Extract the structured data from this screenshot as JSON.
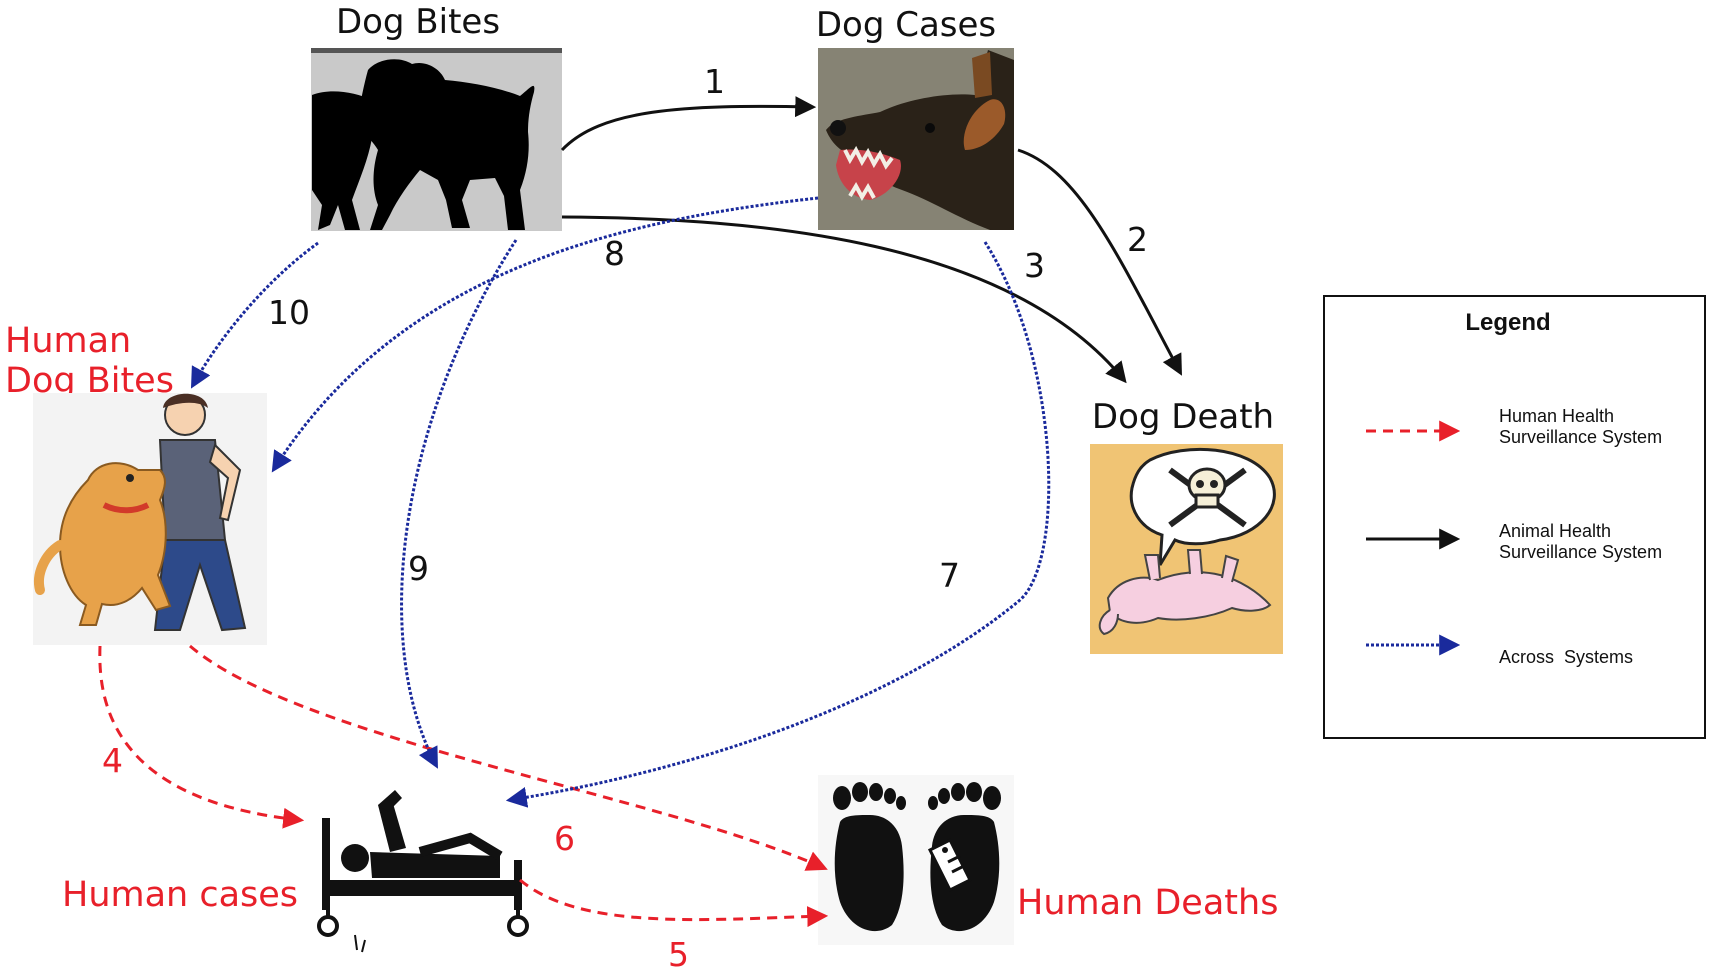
{
  "nodes": {
    "dog_bites": "Dog Bites",
    "dog_cases": "Dog Cases",
    "dog_death": "Dog Death",
    "human_dog_bites_line1": "Human",
    "human_dog_bites_line2": "Dog Bites",
    "human_cases": "Human cases",
    "human_deaths": "Human Deaths"
  },
  "edges": [
    {
      "id": "1",
      "from": "Dog Bites",
      "to": "Dog Cases",
      "system": "animal"
    },
    {
      "id": "2",
      "from": "Dog Cases",
      "to": "Dog Death",
      "system": "animal"
    },
    {
      "id": "3",
      "from": "Dog Bites",
      "to": "Dog Death",
      "system": "animal"
    },
    {
      "id": "4",
      "from": "Human Dog Bites",
      "to": "Human cases",
      "system": "human"
    },
    {
      "id": "5",
      "from": "Human cases",
      "to": "Human Deaths",
      "system": "human"
    },
    {
      "id": "6",
      "from": "Human Dog Bites",
      "to": "Human Deaths",
      "system": "human"
    },
    {
      "id": "7",
      "from": "Dog Cases",
      "to": "Human cases",
      "system": "across"
    },
    {
      "id": "8",
      "from": "Dog Cases",
      "to": "Human Dog Bites",
      "system": "across"
    },
    {
      "id": "9",
      "from": "Dog Bites",
      "to": "Human cases",
      "system": "across"
    },
    {
      "id": "10",
      "from": "Dog Bites",
      "to": "Human Dog Bites",
      "system": "across"
    }
  ],
  "legend": {
    "title": "Legend",
    "human_line1": "Human Health",
    "human_line2": "Surveillance System",
    "animal_line1": "Animal Health",
    "animal_line2": "Surveillance System",
    "across": "Across  Systems"
  },
  "colors": {
    "human": "#e8202a",
    "animal": "#111111",
    "across": "#1a2a9c"
  }
}
